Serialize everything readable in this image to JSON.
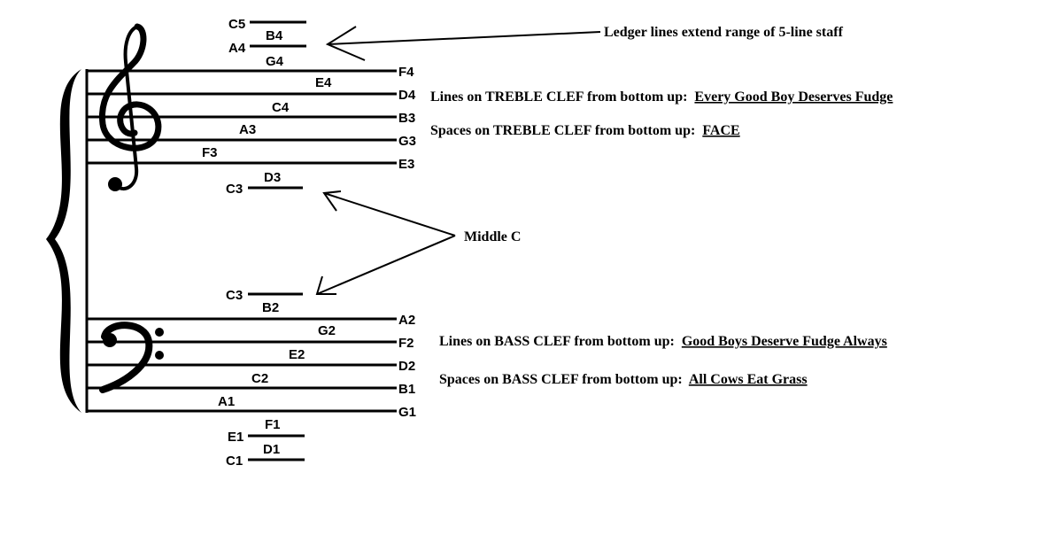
{
  "colors": {
    "ink": "#000000",
    "background": "#ffffff"
  },
  "ledger_annotation": "Ledger lines extend range of 5-line staff",
  "middle_c_annotation": "Middle C",
  "treble": {
    "clef_icon": "treble-clef-icon",
    "line_notes_bottom_up": [
      "E3",
      "G3",
      "B3",
      "D4",
      "F4"
    ],
    "space_notes_bottom_up": [
      "F3",
      "A3",
      "C4",
      "E4"
    ],
    "above": {
      "space": "G4",
      "ledger1": "A4",
      "space2": "B4",
      "ledger2": "C5"
    },
    "below": {
      "space": "D3",
      "ledger": "C3"
    },
    "lines_label": "Lines on TREBLE CLEF from bottom up:",
    "lines_mnemonic": "Every Good Boy Deserves Fudge",
    "spaces_label": "Spaces on TREBLE CLEF from bottom up:",
    "spaces_mnemonic": "FACE"
  },
  "bass": {
    "clef_icon": "bass-clef-icon",
    "line_notes_bottom_up": [
      "G1",
      "B1",
      "D2",
      "F2",
      "A2"
    ],
    "space_notes_bottom_up": [
      "A1",
      "C2",
      "E2",
      "G2"
    ],
    "above": {
      "space": "B2",
      "ledger": "C3"
    },
    "below": {
      "space": "F1",
      "ledger1": "E1",
      "space2": "D1",
      "ledger2": "C1"
    },
    "lines_label": "Lines on BASS CLEF from bottom up:",
    "lines_mnemonic": "Good Boys Deserve Fudge Always",
    "spaces_label": "Spaces on BASS CLEF from bottom up:",
    "spaces_mnemonic": "All Cows Eat Grass"
  }
}
